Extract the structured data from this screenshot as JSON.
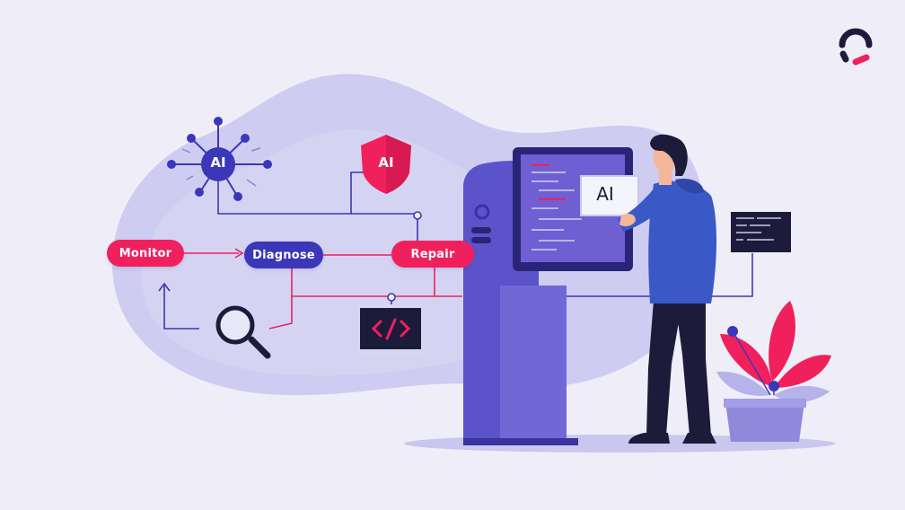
{
  "flow": {
    "monitor_label": "Monitor",
    "diagnose_label": "Diagnose",
    "repair_label": "Repair"
  },
  "ai_node": {
    "label": "AI"
  },
  "shield": {
    "label": "AI"
  },
  "kiosk": {
    "card_label": "AI"
  },
  "colors": {
    "accent_pink": "#f0205d",
    "accent_indigo": "#3b37b8",
    "blob": "#c3c1ec",
    "kiosk_body": "#5b53c9",
    "background": "#efeef8"
  },
  "icons": [
    "brand-logo-icon",
    "ai-network-icon",
    "shield-icon",
    "magnifier-icon",
    "code-icon",
    "terminal-icon",
    "plant-icon"
  ]
}
